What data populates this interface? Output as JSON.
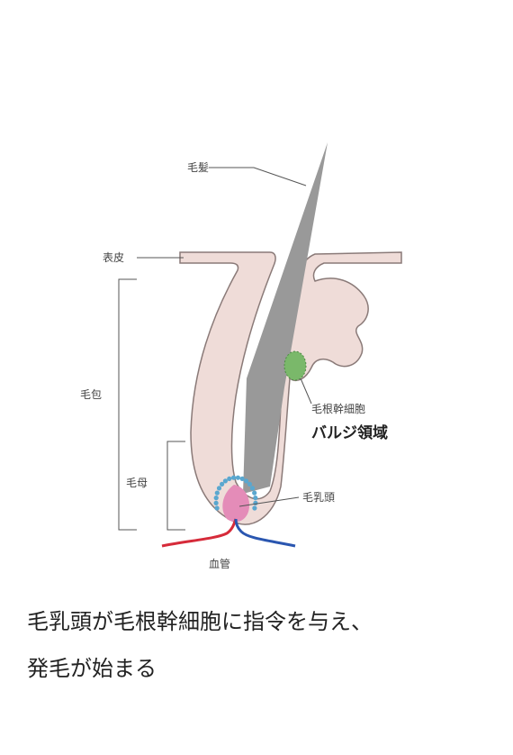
{
  "labels": {
    "hair_shaft": "毛髪",
    "epidermis": "表皮",
    "follicle": "毛包",
    "hair_matrix": "毛母",
    "stem_cells": "毛根幹細胞",
    "bulge_region": "バルジ領域",
    "dermal_papilla": "毛乳頭",
    "blood_vessel": "血管"
  },
  "caption": {
    "line1": "毛乳頭が毛根幹細胞に指令を与え、",
    "line2": "発毛が始まる"
  },
  "colors": {
    "skin_fill": "#efdcd8",
    "skin_stroke": "#8a7a78",
    "hair": "#999999",
    "papilla": "#e48cb8",
    "matrix_dots": "#5aa7cf",
    "stem_cells": "#7ab86a",
    "artery": "#d62b3a",
    "vein": "#2a56b0",
    "leader": "#555555"
  }
}
